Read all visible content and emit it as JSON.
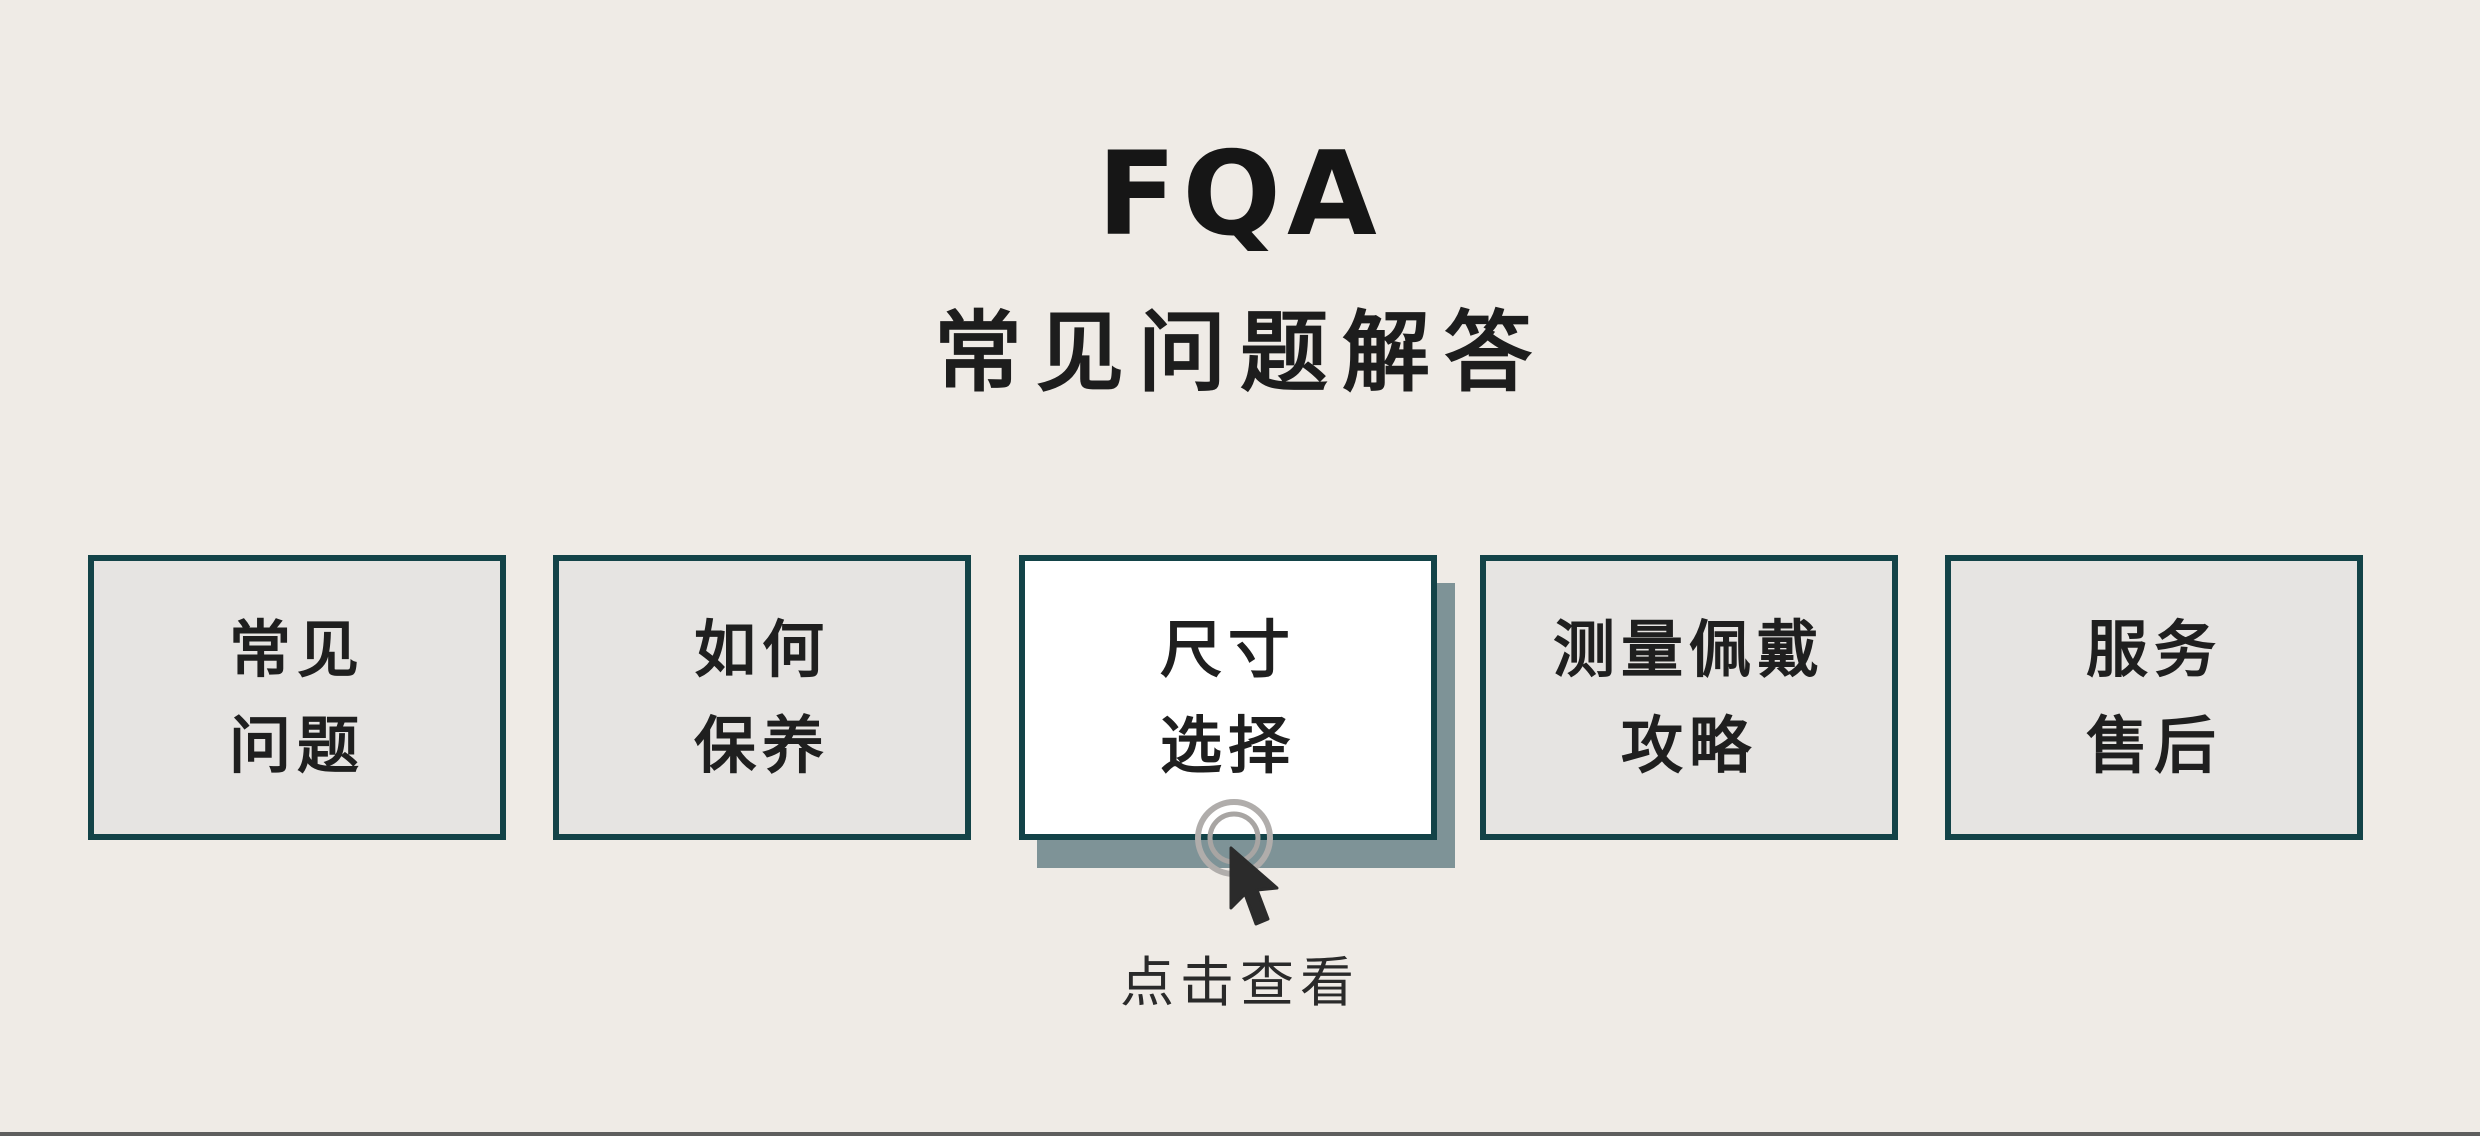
{
  "header": {
    "title": "FQA",
    "subtitle": "常见问题解答"
  },
  "cards": [
    {
      "lines": [
        "常见",
        "问题"
      ],
      "active": false
    },
    {
      "lines": [
        "如何",
        "保养"
      ],
      "active": false
    },
    {
      "lines": [
        "尺寸",
        "选择"
      ],
      "active": true
    },
    {
      "lines": [
        "测量佩戴",
        "攻略"
      ],
      "active": false
    },
    {
      "lines": [
        "服务",
        "售后"
      ],
      "active": false
    }
  ],
  "hint": {
    "label": "点击查看",
    "icon": "pointer-click-icon"
  },
  "colors": {
    "background": "#efebe6",
    "card_border": "#134348",
    "card_shadow": "#7e9397",
    "active_card": "#ffffff",
    "inactive_card": "#e6e4e2"
  }
}
